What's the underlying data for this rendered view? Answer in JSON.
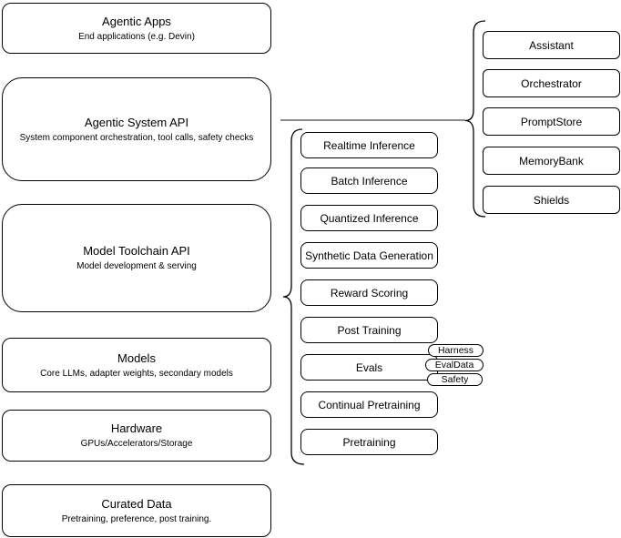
{
  "diagram": {
    "stack": [
      {
        "title": "Agentic Apps",
        "subtitle": "End applications (e.g. Devin)"
      },
      {
        "title": "Agentic System API",
        "subtitle": "System component orchestration, tool calls, safety checks"
      },
      {
        "title": "Model Toolchain API",
        "subtitle": "Model development & serving"
      },
      {
        "title": "Models",
        "subtitle": "Core LLMs, adapter weights, secondary models"
      },
      {
        "title": "Hardware",
        "subtitle": "GPUs/Accelerators/Storage"
      },
      {
        "title": "Curated Data",
        "subtitle": "Pretraining, preference, post training."
      }
    ],
    "toolchain": {
      "items": [
        "Realtime Inference",
        "Batch Inference",
        "Quantized Inference",
        "Synthetic Data Generation",
        "Reward Scoring",
        "Post Training",
        "Evals",
        "Continual Pretraining",
        "Pretraining"
      ],
      "evals_tags": [
        "Harness",
        "EvalData",
        "Safety"
      ]
    },
    "system_components": [
      "Assistant",
      "Orchestrator",
      "PromptStore",
      "MemoryBank",
      "Shields"
    ],
    "colors": {
      "stroke": "#000000",
      "fill": "#ffffff",
      "background": "#ffffff",
      "connector": "#666666"
    }
  }
}
